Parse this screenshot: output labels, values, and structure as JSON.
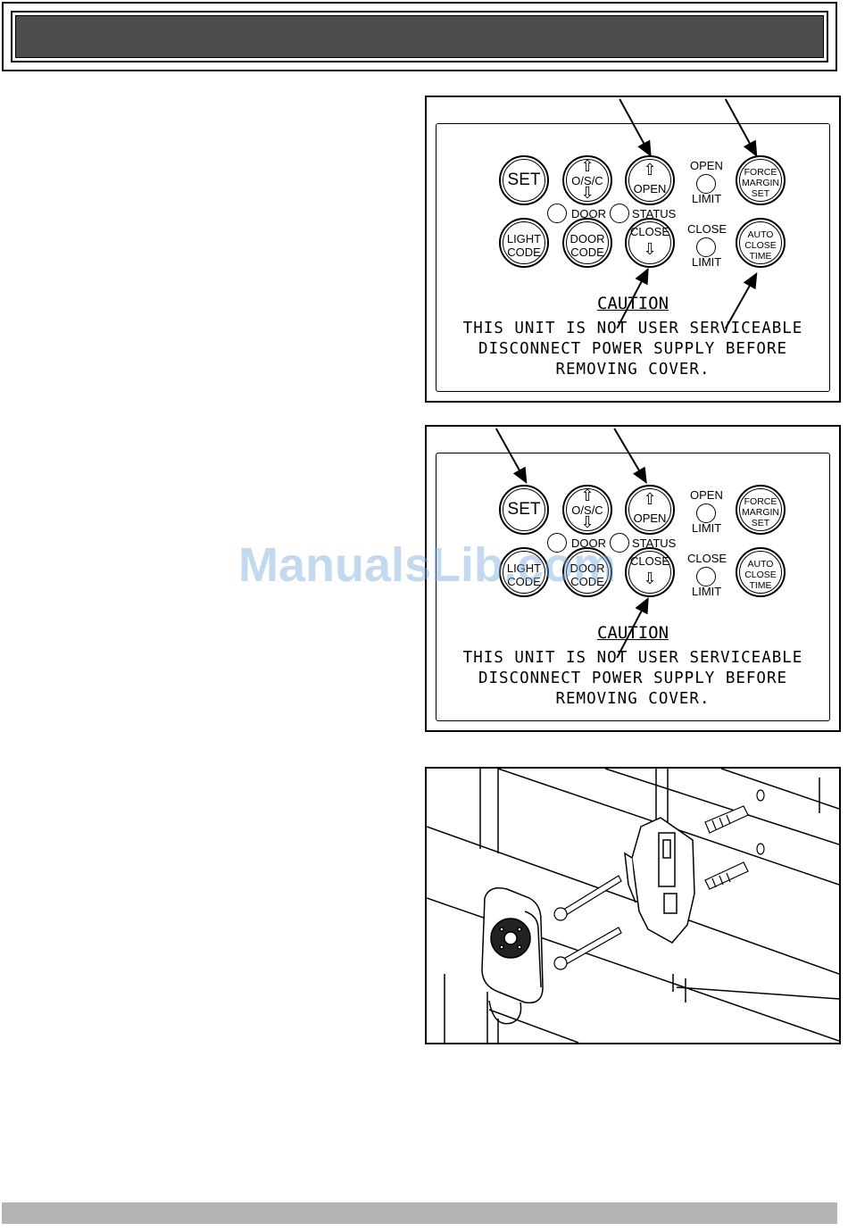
{
  "panel": {
    "buttons": {
      "set": "SET",
      "osc": "O/S/C",
      "open": "OPEN",
      "force": [
        "FORCE",
        "MARGIN",
        "SET"
      ],
      "light_code": [
        "LIGHT",
        "CODE"
      ],
      "door_code": [
        "DOOR",
        "CODE"
      ],
      "close": "CLOSE",
      "auto_close": [
        "AUTO",
        "CLOSE",
        "TIME"
      ]
    },
    "labels": {
      "open": "OPEN",
      "close": "CLOSE",
      "limit": "LIMIT",
      "door": "DOOR",
      "status": "STATUS"
    },
    "caution": {
      "title": "CAUTION",
      "line1": "THIS UNIT IS NOT USER SERVICEABLE",
      "line2": "DISCONNECT POWER SUPPLY BEFORE",
      "line3": "REMOVING COVER."
    }
  },
  "watermark": "ManualsLib.com"
}
